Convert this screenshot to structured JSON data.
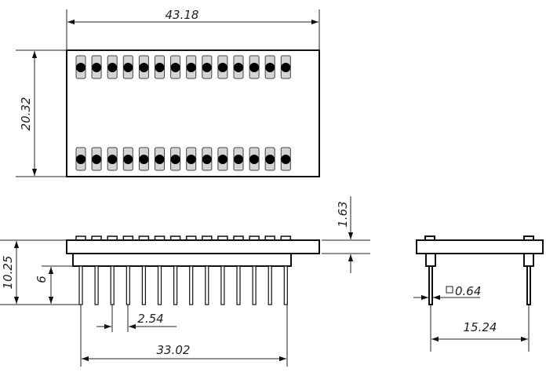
{
  "drawing": {
    "pin_count_per_row": 14,
    "colors": {
      "pad": "#d4d4d4",
      "line": "#111111",
      "pin_dot": "#000000"
    },
    "dimensions": {
      "width": "43.18",
      "height": "20.32",
      "total_height": "10.25",
      "pin_length": "6",
      "pitch": "2.54",
      "pin_span": "33.02",
      "pad_thickness": "1.63",
      "pin_size": "0.64",
      "pin_size_symbol": "□",
      "row_spacing": "15.24"
    }
  }
}
